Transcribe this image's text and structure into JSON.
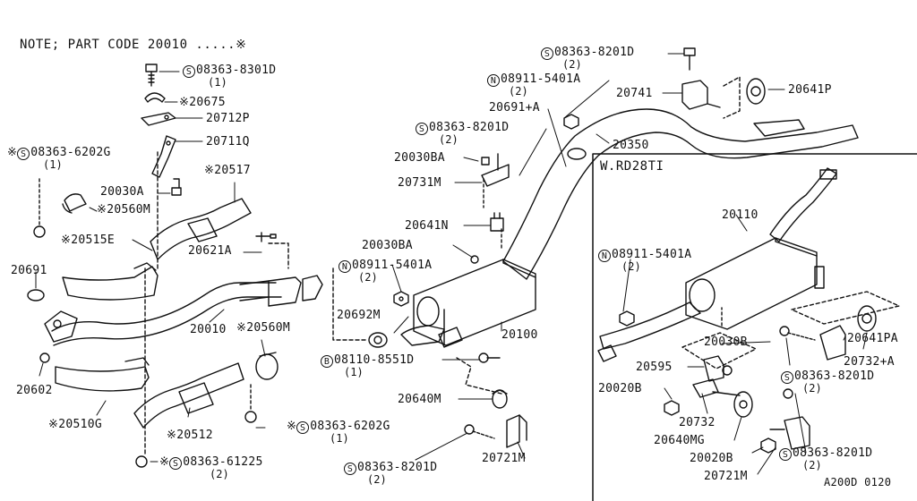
{
  "note": "NOTE; PART CODE 20010 .....※",
  "diagram_id": "A200D 0120",
  "inset_title": "W.RD28TI",
  "labels": {
    "p_83638301D": "08363-8301D",
    "q_83638301D": "(1)",
    "p_20675": "※20675",
    "p_20712P": "20712P",
    "p_20711Q": "20711Q",
    "p_83636202G_top": "08363-6202G",
    "q_83636202G_top": "(1)",
    "p_20517": "※20517",
    "p_20030A": "20030A",
    "p_20560M_top": "※20560M",
    "p_20515E": "※20515E",
    "p_20621A": "20621A",
    "p_20691": "20691",
    "p_20010": "20010",
    "p_20602": "20602",
    "p_20510G": "※20510G",
    "p_20560M_bot": "※20560M",
    "p_83636202G_bot": "08363-6202G",
    "q_83636202G_bot": "(1)",
    "p_20512": "※20512",
    "p_836361225": "08363-61225",
    "q_836361225": "(2)",
    "p_83638201D_top": "08363-8201D",
    "q_83638201D_top": "(2)",
    "p_089115401A_top": "08911-5401A",
    "q_089115401A_top": "(2)",
    "p_20741": "20741",
    "p_20641P": "20641P",
    "p_20691A": "20691+A",
    "p_83638201D_mid": "08363-8201D",
    "q_83638201D_mid": "(2)",
    "p_20350": "20350",
    "p_20030BA_top": "20030BA",
    "p_20731M": "20731M",
    "p_20641N": "20641N",
    "p_20030BA_mid": "20030BA",
    "p_089115401A_mid": "08911-5401A",
    "q_089115401A_mid": "(2)",
    "p_20692M": "20692M",
    "p_20100": "20100",
    "p_081108551D": "08110-8551D",
    "q_081108551D": "(1)",
    "p_20640M": "20640M",
    "p_83638201D_bot": "08363-8201D",
    "q_83638201D_bot": "(2)",
    "p_20721M_main": "20721M",
    "p_20110": "20110",
    "p_089115401A_inset": "08911-5401A",
    "q_089115401A_inset": "(2)",
    "p_20030B": "20030B",
    "p_20595": "20595",
    "p_20641PA": "20641PA",
    "p_20732A": "20732+A",
    "p_83638201D_inset1": "08363-8201D",
    "q_83638201D_inset1": "(2)",
    "p_20020B_1": "20020B",
    "p_20732": "20732",
    "p_20640MG": "20640MG",
    "p_20020B_2": "20020B",
    "p_83638201D_inset2": "08363-8201D",
    "q_83638201D_inset2": "(2)",
    "p_20721M_inset": "20721M"
  },
  "symbols": {
    "screw": "S",
    "nut": "N",
    "bolt": "B"
  },
  "icons": [
    "screw-symbol-icon",
    "nut-symbol-icon",
    "bolt-symbol-icon"
  ]
}
